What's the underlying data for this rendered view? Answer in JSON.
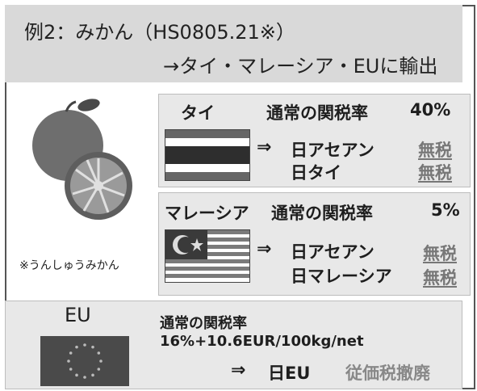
{
  "header": {
    "line1": "例2：みかん（HS0805.21※）",
    "line2": "→タイ・マレーシア・EUに輸出"
  },
  "fruit_note": "※うんしゅうみかん",
  "thailand": {
    "country": "タイ",
    "rate_label": "通常の関税率",
    "rate": "40%",
    "arrow": "⇒",
    "agreement1": "日アセアン",
    "status1": "無税",
    "agreement2": "日タイ",
    "status2": "無税"
  },
  "malaysia": {
    "country": "マレーシア",
    "rate_label": "通常の関税率",
    "rate": "5%",
    "arrow": "⇒",
    "agreement1": "日アセアン",
    "status1": "無税",
    "agreement2": "日マレーシア",
    "status2": "無税"
  },
  "eu": {
    "country": "EU",
    "rate_label": "通常の関税率",
    "rate": "16%+10.6EUR/100kg/net",
    "arrow": "⇒",
    "agreement": "日EU",
    "status": "従価税撤廃"
  },
  "colors": {
    "header_bg": "#d9d9d9",
    "panel_bg": "#e8e8e8",
    "muted_status": "#777777"
  }
}
